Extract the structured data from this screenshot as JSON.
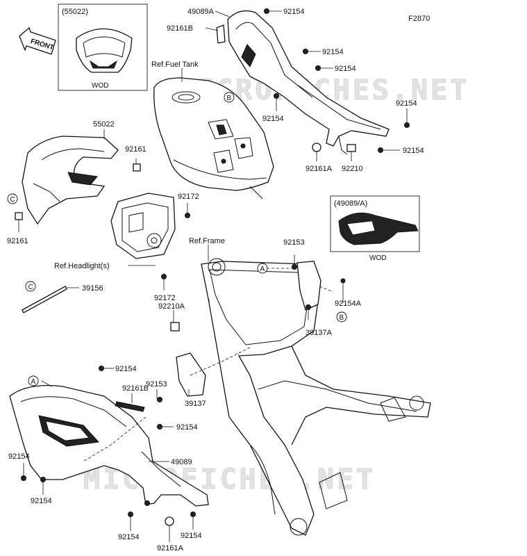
{
  "diagram_code": "F2870",
  "front_arrow_label": "FRONT",
  "watermark": "MICROFICHES.NET",
  "variant_box_left": {
    "title": "(55022)",
    "caption": "WOD"
  },
  "variant_box_right": {
    "title": "(49089/A)",
    "caption": "WOD"
  },
  "refs": {
    "fuel_tank": "Ref.Fuel Tank",
    "frame": "Ref.Frame",
    "headlight": "Ref.Headlight(s)"
  },
  "markers": {
    "a": "A",
    "b": "B",
    "c": "C"
  },
  "parts": {
    "p_49089A": "49089A",
    "p_92161B_top": "92161B",
    "p_92154_t1": "92154",
    "p_92154_t2": "92154",
    "p_92154_t3": "92154",
    "p_92154_t4": "92154",
    "p_92154_t5": "92154",
    "p_92154_t6": "92154",
    "p_92161A_top": "92161A",
    "p_92210": "92210",
    "p_55022": "55022",
    "p_92161_a": "92161",
    "p_92161_b": "92161",
    "p_92172_a": "92172",
    "p_92172_b": "92172",
    "p_92210A": "92210A",
    "p_39156": "39156",
    "p_92153_top": "92153",
    "p_92154A": "92154A",
    "p_39137A": "39137A",
    "p_92154_l1": "92154",
    "p_92161B_low": "92161B",
    "p_92153_low": "92153",
    "p_39137": "39137",
    "p_92154_l2": "92154",
    "p_92154_l3": "92154",
    "p_92154_l4": "92154",
    "p_49089": "49089",
    "p_92154_b1": "92154",
    "p_92154_b2": "92154",
    "p_92161A_low": "92161A"
  }
}
